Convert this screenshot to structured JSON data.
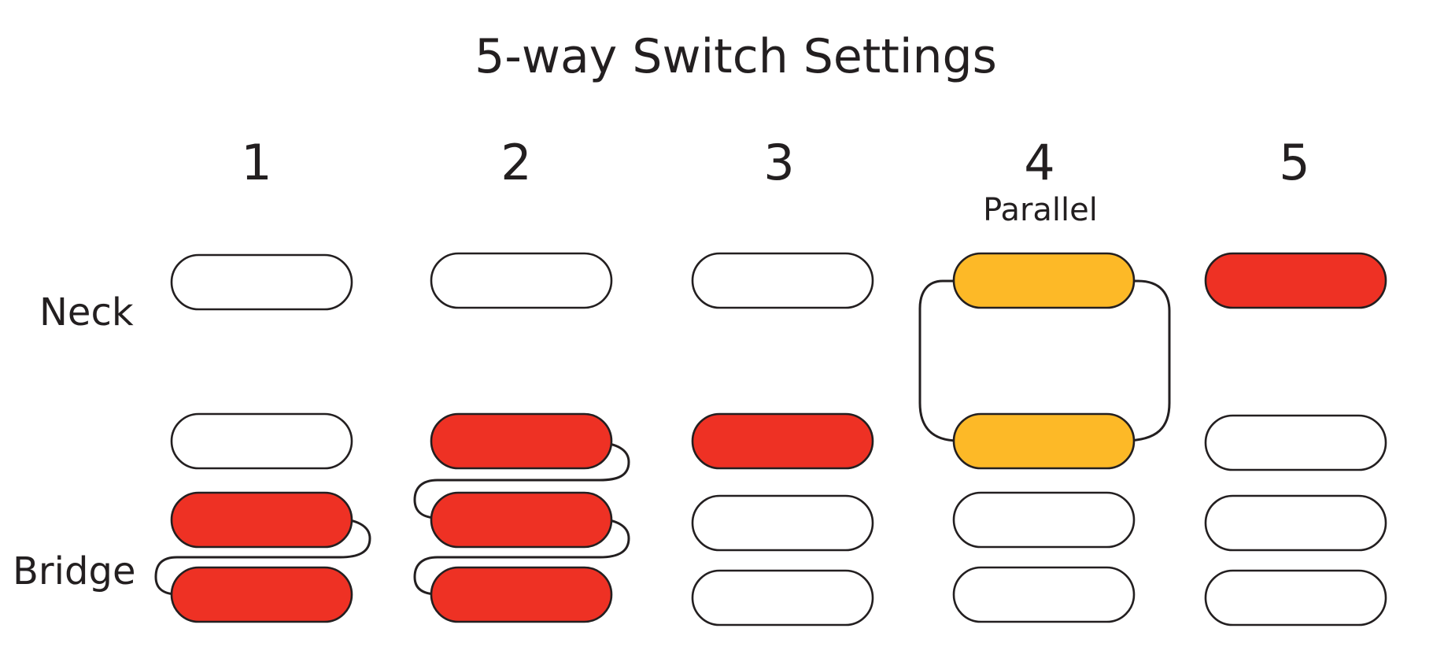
{
  "title": "5-way Switch Settings",
  "row_labels": {
    "neck": "Neck",
    "bridge": "Bridge"
  },
  "colors": {
    "off": "#ffffff",
    "active": "#ee3124",
    "parallel": "#fdb927",
    "outline": "#231f20"
  },
  "positions": [
    {
      "number": "1",
      "subtitle": "",
      "pickups": [
        "off",
        "off",
        "active",
        "active"
      ],
      "wiring": "series-bridge-pair"
    },
    {
      "number": "2",
      "subtitle": "",
      "pickups": [
        "off",
        "active",
        "active",
        "active"
      ],
      "wiring": "series-three"
    },
    {
      "number": "3",
      "subtitle": "",
      "pickups": [
        "off",
        "active",
        "off",
        "off"
      ],
      "wiring": "none"
    },
    {
      "number": "4",
      "subtitle": "Parallel",
      "pickups": [
        "parallel",
        "parallel",
        "off",
        "off"
      ],
      "wiring": "parallel-neck-middle"
    },
    {
      "number": "5",
      "subtitle": "",
      "pickups": [
        "active",
        "off",
        "off",
        "off"
      ],
      "wiring": "none"
    }
  ]
}
